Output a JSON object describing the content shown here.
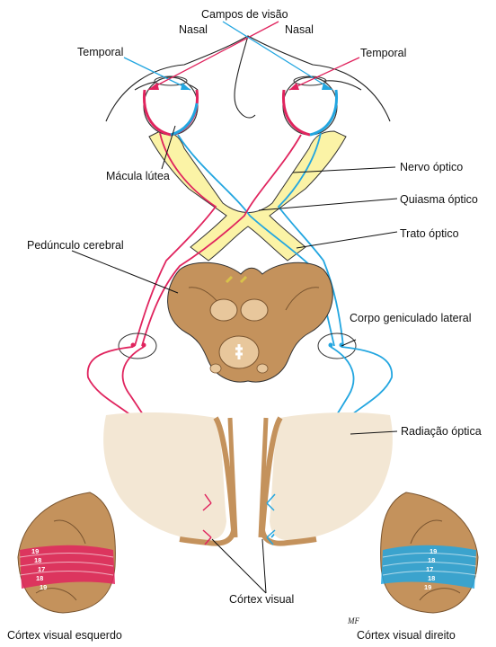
{
  "labels": {
    "visual_fields": "Campos de visão",
    "nasal_left": "Nasal",
    "nasal_right": "Nasal",
    "temporal_left": "Temporal",
    "temporal_right": "Temporal",
    "macula": "Mácula lútea",
    "optic_nerve": "Nervo óptico",
    "optic_chiasm": "Quiasma óptico",
    "optic_tract": "Trato óptico",
    "cerebral_peduncle": "Pedúnculo cerebral",
    "lateral_geniculate": "Corpo geniculado lateral",
    "optic_radiation": "Radiação óptica",
    "visual_cortex": "Córtex visual",
    "left_visual_cortex": "Córtex visual esquerdo",
    "right_visual_cortex": "Córtex visual direito"
  },
  "area_numbers": {
    "left": [
      "19",
      "18",
      "17",
      "18",
      "19"
    ],
    "right": [
      "19",
      "18",
      "17",
      "18",
      "19"
    ]
  },
  "signature": "MF",
  "colors": {
    "left_pathway": "#e0245e",
    "right_pathway": "#23a6e0",
    "optic_tract_fill": "#fbf3a6",
    "brain_tissue": "#c4925c",
    "cortex": "#f3e7d4"
  }
}
